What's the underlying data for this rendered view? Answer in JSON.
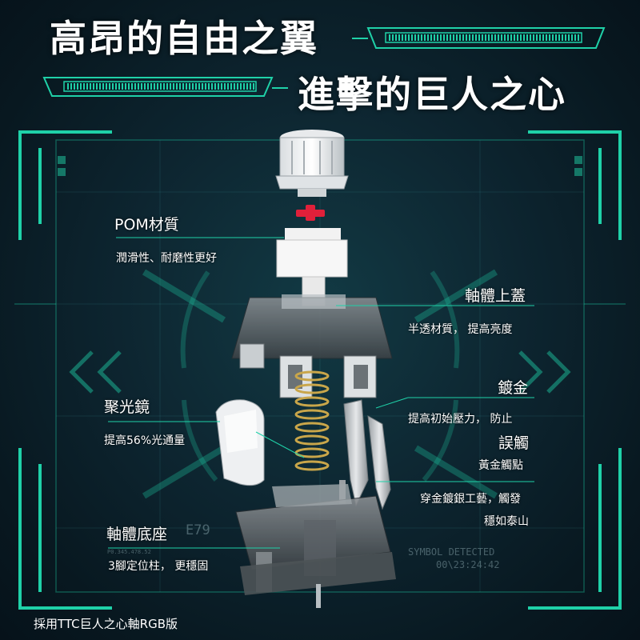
{
  "title": {
    "line1": "高昂的自由之翼",
    "line2": "進擊的巨人之心"
  },
  "labels": {
    "pom_title": "POM材質",
    "pom_desc": "潤滑性、耐磨性更好",
    "top_title": "軸體上蓋",
    "top_desc": "半透材質， 提高亮度",
    "lens_title": "聚光鏡",
    "lens_desc": "提高56%光通量",
    "gold_title": "鍍金",
    "gold_desc": "提高初始壓力，   防止",
    "contact_title": "誤觸",
    "contact_desc": "黃金觸點",
    "plating_desc_1": "穿金鍍銀工藝，觸發",
    "plating_desc_2": "穩如泰山",
    "base_title": "軸體底座",
    "base_desc": "3腳定位柱， 更穩固"
  },
  "hud": {
    "code": "E79",
    "small_code": "P0.345.478.52",
    "symbol": "SYMBOL DETECTED",
    "time": "00\\23:24:42"
  },
  "footer": {
    "caption": "採用TTC巨人之心軸RGB版"
  },
  "colors": {
    "accent": "#1fd1a8",
    "background": "#0b1a22",
    "stem_red": "#e0203a",
    "spring_gold": "#c9a64a"
  }
}
